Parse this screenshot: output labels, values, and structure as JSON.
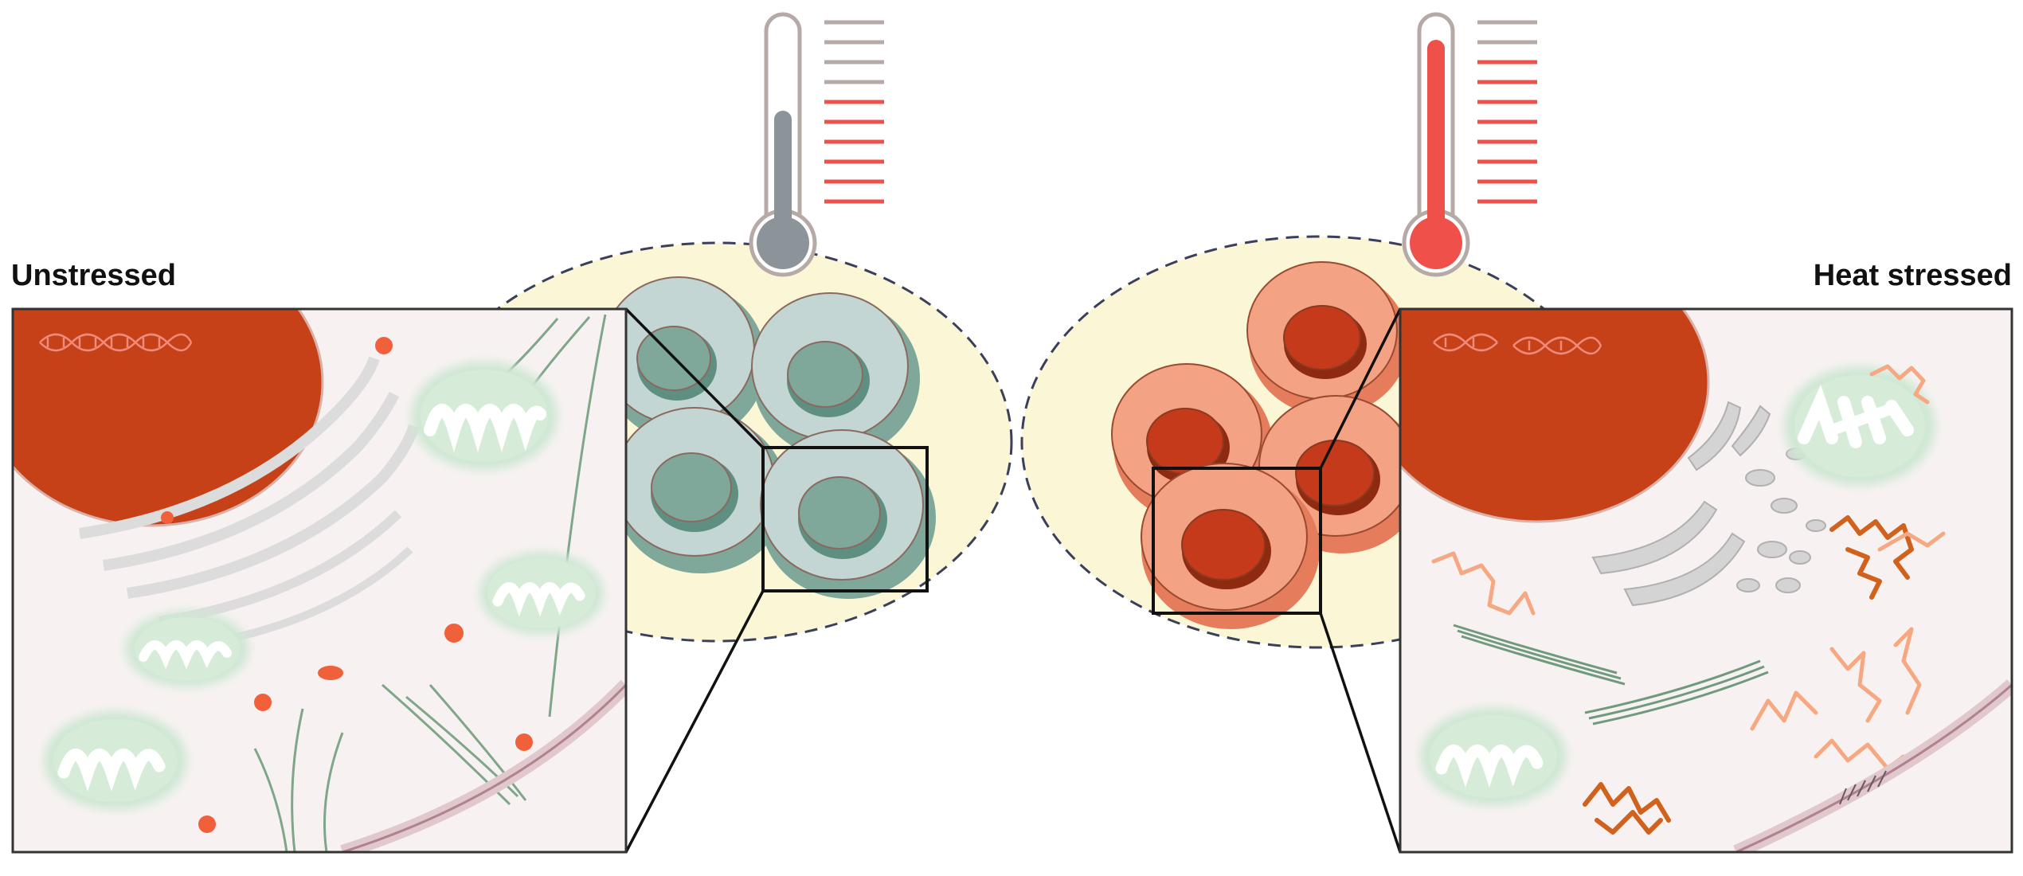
{
  "labels": {
    "unstressed": "Unstressed",
    "heat_stressed": "Heat stressed"
  },
  "thermometers": {
    "left": {
      "level": 0.6,
      "fill_color": "#8c9399"
    },
    "right": {
      "level": 0.92,
      "fill_color": "#f0504a"
    }
  },
  "colors": {
    "dish_fill": "#fbf7d6",
    "dish_outline": "#3a3f5c",
    "unstressed_cell_body": "#c3d6d3",
    "unstressed_cell_rim": "#7fa89a",
    "unstressed_nucleus": "#7fa89a",
    "stressed_cell_body": "#f3a283",
    "stressed_cell_rim": "#e57d5c",
    "stressed_nucleus": "#c43a1a",
    "inset_bg": "#f7f2f1",
    "nucleus_fill": "#c64118",
    "mitochondria_fill": "#cfe7d4",
    "granule": "#f0603a",
    "aggregate_light": "#f6a882",
    "aggregate_dark": "#d0621e",
    "golgi": "#d6d6d6",
    "cytoskeleton": "#7fa689"
  },
  "icons": [
    "thermometer-icon",
    "dna-helix-icon",
    "mitochondria-icon",
    "cell-icon"
  ]
}
